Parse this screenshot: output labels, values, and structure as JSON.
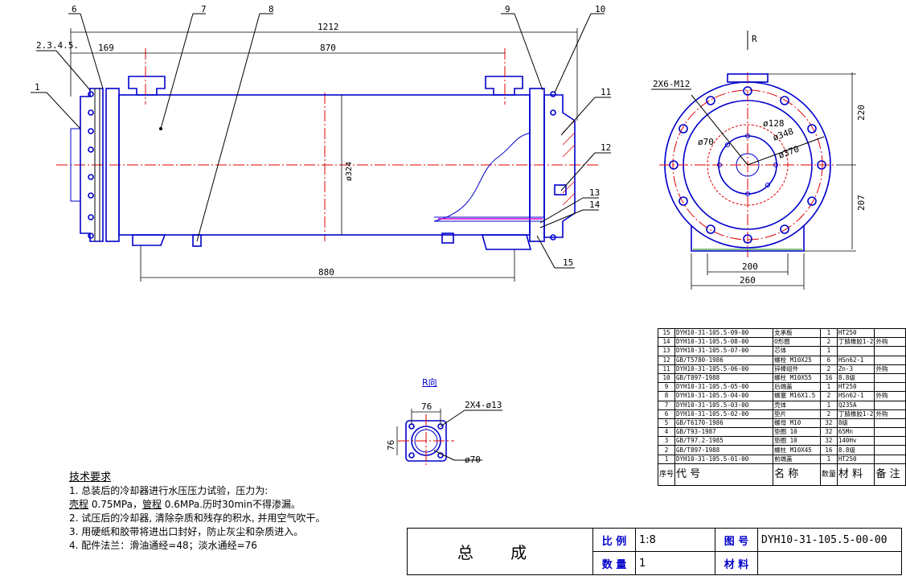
{
  "drawing": {
    "callouts": [
      "1",
      "2.3.4.5.",
      "6",
      "7",
      "8",
      "9",
      "10",
      "11",
      "12",
      "13",
      "14",
      "15"
    ],
    "dims_front": {
      "overall": "1212",
      "left": "169",
      "nozzle_span": "870",
      "bottom_span": "880",
      "diameter": "ø324"
    },
    "side_view": {
      "view_label": "R",
      "holes": "2X6-M12",
      "d1": "ø128",
      "d2": "ø348",
      "d3": "ø370",
      "d4": "ø70",
      "h_top": "220",
      "h_bottom": "207",
      "w1": "200",
      "w2": "260"
    },
    "r_view": {
      "label": "R向",
      "holes": "2X4-ø13",
      "size": "76",
      "size_v": "76",
      "bore": "ø70"
    }
  },
  "notes": {
    "title": "技术要求",
    "line1": "1. 总装后的冷却器进行水压压力试验，压力为:",
    "line2_a": "壳程",
    "line2_b": " 0.75MPa，",
    "line2_c": "管程",
    "line2_d": " 0.6MPa.历时30min不得渗漏。",
    "line3": "2. 试压后的冷却器, 清除杂质和残存的积水, 并用空气吹干。",
    "line4": "3. 用硬纸和胶带将进出口封好，防止灰尘和杂质进入。",
    "line5": "4. 配件法兰：滑油通经=48；淡水通经=76"
  },
  "parts": [
    {
      "no": "15",
      "code": "DYH10-31-105.5-09-00",
      "name": "支承板",
      "qty": "1",
      "mat": "HT250",
      "remark": ""
    },
    {
      "no": "14",
      "code": "DYH10-31-105.5-08-00",
      "name": "O形圈",
      "qty": "2",
      "mat": "丁腈橡胶1-2",
      "remark": "外购"
    },
    {
      "no": "13",
      "code": "DYH10-31-105.5-07-00",
      "name": "芯体",
      "qty": "1",
      "mat": "",
      "remark": ""
    },
    {
      "no": "12",
      "code": "GB/T5780-1986",
      "name": "螺栓 M10X25",
      "qty": "6",
      "mat": "HSn62-1",
      "remark": ""
    },
    {
      "no": "11",
      "code": "DYH10-31-105.5-06-00",
      "name": "锌棒组件",
      "qty": "2",
      "mat": "Zn-3",
      "remark": "外购"
    },
    {
      "no": "10",
      "code": "GB/T897-1988",
      "name": "螺柱 M10X55",
      "qty": "16",
      "mat": "8.8级",
      "remark": ""
    },
    {
      "no": "9",
      "code": "DYH10-31-105.5-05-00",
      "name": "后端盖",
      "qty": "1",
      "mat": "HT250",
      "remark": ""
    },
    {
      "no": "8",
      "code": "DYH10-31-105.5-04-00",
      "name": "螺塞 M16X1.5",
      "qty": "2",
      "mat": "HSn62-1",
      "remark": "外购"
    },
    {
      "no": "7",
      "code": "DYH10-31-105.5-03-00",
      "name": "壳体",
      "qty": "1",
      "mat": "Q235A",
      "remark": ""
    },
    {
      "no": "6",
      "code": "DYH10-31-105.5-02-00",
      "name": "垫片",
      "qty": "2",
      "mat": "丁腈橡胶1-2",
      "remark": "外购"
    },
    {
      "no": "5",
      "code": "GB/T6170-1986",
      "name": "螺母 M10",
      "qty": "32",
      "mat": "8级",
      "remark": ""
    },
    {
      "no": "4",
      "code": "GB/T93-1987",
      "name": "垫圈 10",
      "qty": "32",
      "mat": "65Mn",
      "remark": ""
    },
    {
      "no": "3",
      "code": "GB/T97.2-1985",
      "name": "垫圈 10",
      "qty": "32",
      "mat": "140Hv",
      "remark": ""
    },
    {
      "no": "2",
      "code": "GB/T897-1988",
      "name": "螺柱 M10X45",
      "qty": "16",
      "mat": "8.8级",
      "remark": ""
    },
    {
      "no": "1",
      "code": "DYH10-31-105.5-01-00",
      "name": "前端盖",
      "qty": "1",
      "mat": "HT250",
      "remark": ""
    }
  ],
  "parts_header": {
    "no": "序号",
    "code": "代 号",
    "name": "名 称",
    "qty": "数量",
    "mat": "材 料",
    "remark": "备 注"
  },
  "title_block": {
    "name": "总 成",
    "scale_label": "比 例",
    "scale": "1:8",
    "drawing_no_label": "图 号",
    "drawing_no": "DYH10-31-105.5-00-00",
    "qty_label": "数 量",
    "qty": "1",
    "material_label": "材 料",
    "material": ""
  },
  "colors": {
    "outline": "#0000cc",
    "center": "#e00000",
    "text": "#000000",
    "dim": "#008000"
  }
}
